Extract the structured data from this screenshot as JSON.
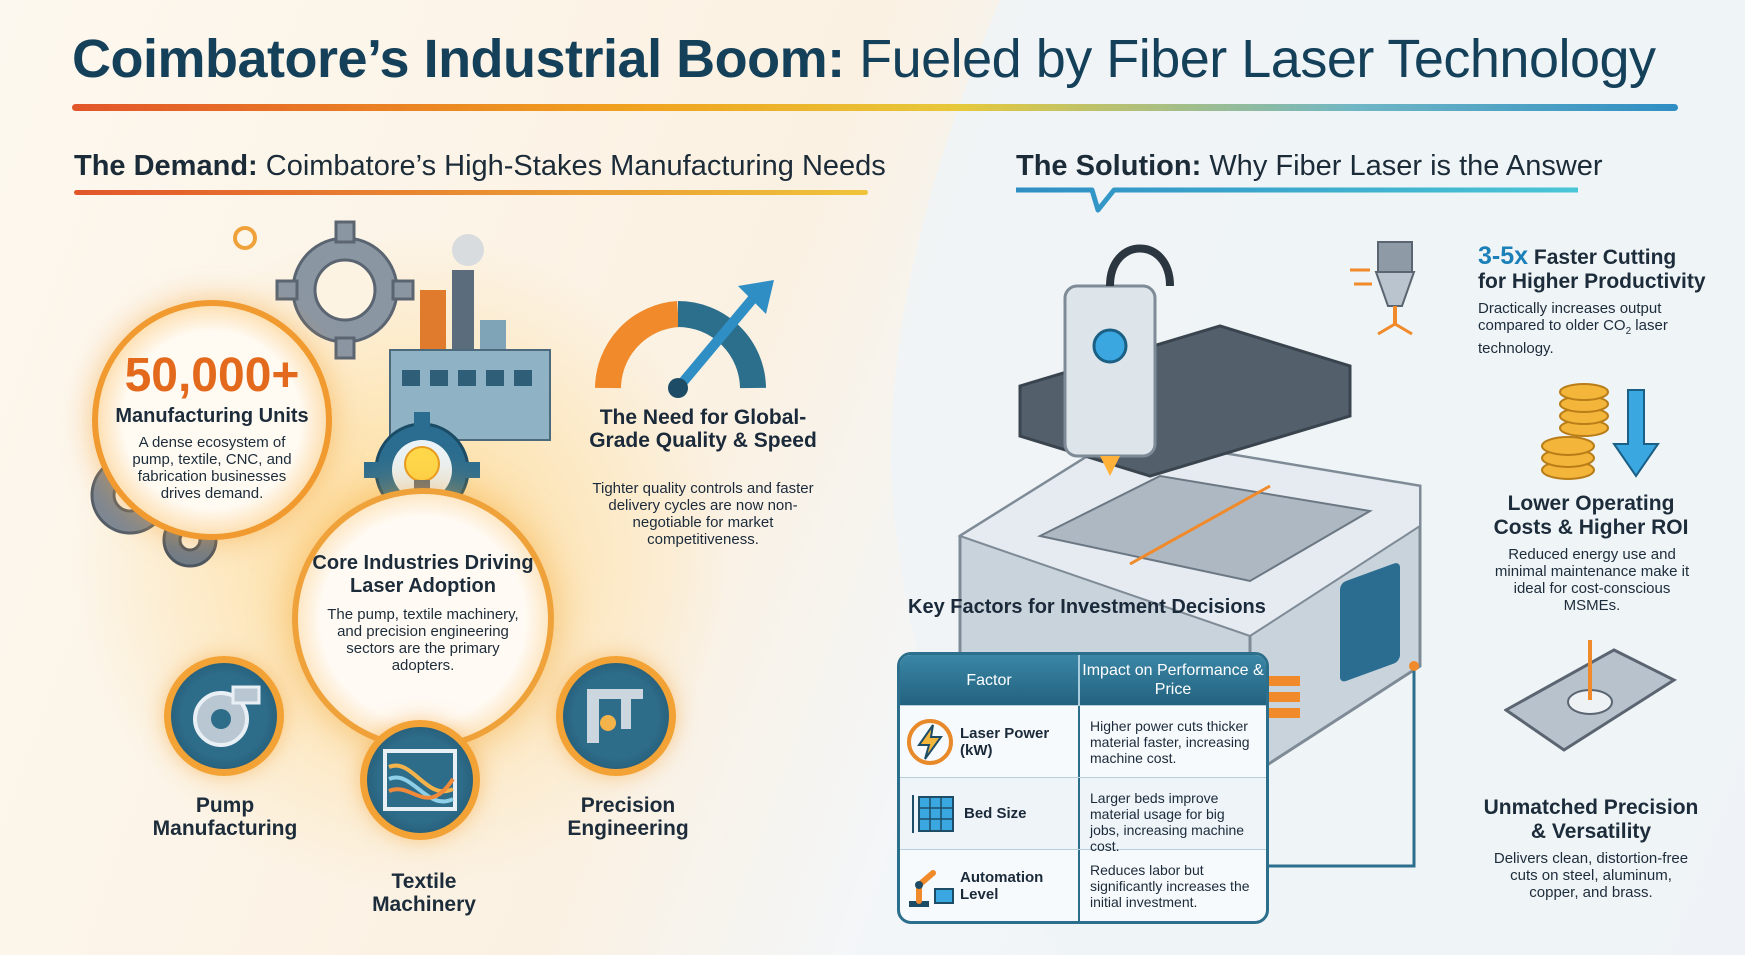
{
  "title": {
    "bold": "Coimbatore’s Industrial Boom:",
    "light": "Fueled by Fiber Laser Technology"
  },
  "demand": {
    "heading_bold": "The Demand:",
    "heading_light": "Coimbatore’s High-Stakes Manufacturing Needs",
    "stat": {
      "number": "50,000+",
      "label": "Manufacturing Units",
      "desc": "A dense ecosystem of pump, textile, CNC, and fabrication businesses drives demand."
    },
    "core": {
      "title": "Core Industries Driving Laser Adoption",
      "desc": "The pump, textile machinery, and precision engineering sectors are the primary adopters."
    },
    "industries": [
      {
        "label": "Pump Manufacturing"
      },
      {
        "label": "Textile Machinery"
      },
      {
        "label": "Precision Engineering"
      }
    ],
    "need": {
      "title": "The Need for Global-Grade Quality & Speed",
      "desc": "Tighter quality controls and faster delivery cycles are now non-negotiable for market competitiveness."
    }
  },
  "solution": {
    "heading_bold": "The Solution:",
    "heading_light": "Why Fiber Laser is the Answer",
    "features": [
      {
        "accent": "3-5x",
        "title_rest": "Faster Cutting",
        "title_line2": "for Higher Productivity",
        "desc_pre": "Dractically increases output compared to older CO",
        "desc_sub": "2",
        "desc_post": " laser technology."
      },
      {
        "title": "Lower Operating Costs & Higher ROI",
        "desc": "Reduced energy use and minimal maintenance make it ideal for cost-conscious MSMEs."
      },
      {
        "title": "Unmatched Precision & Versatility",
        "desc": "Delivers clean, distortion-free cuts on steel, aluminum, copper, and brass."
      }
    ],
    "table": {
      "title": "Key Factors for Investment Decisions",
      "headers": [
        "Factor",
        "Impact on Performance & Price"
      ],
      "rows": [
        {
          "factor": "Laser Power (kW)",
          "impact": "Higher power cuts thicker material faster, increasing machine cost."
        },
        {
          "factor": "Bed Size",
          "impact": "Larger beds improve material usage for big jobs, increasing machine cost."
        },
        {
          "factor": "Automation Level",
          "impact": "Reduces labor but significantly increases the initial investment."
        }
      ]
    }
  },
  "colors": {
    "title": "#14405a",
    "orange": "#f0a23a",
    "accent_blue": "#1b7fb8",
    "teal_dark": "#23627f"
  }
}
